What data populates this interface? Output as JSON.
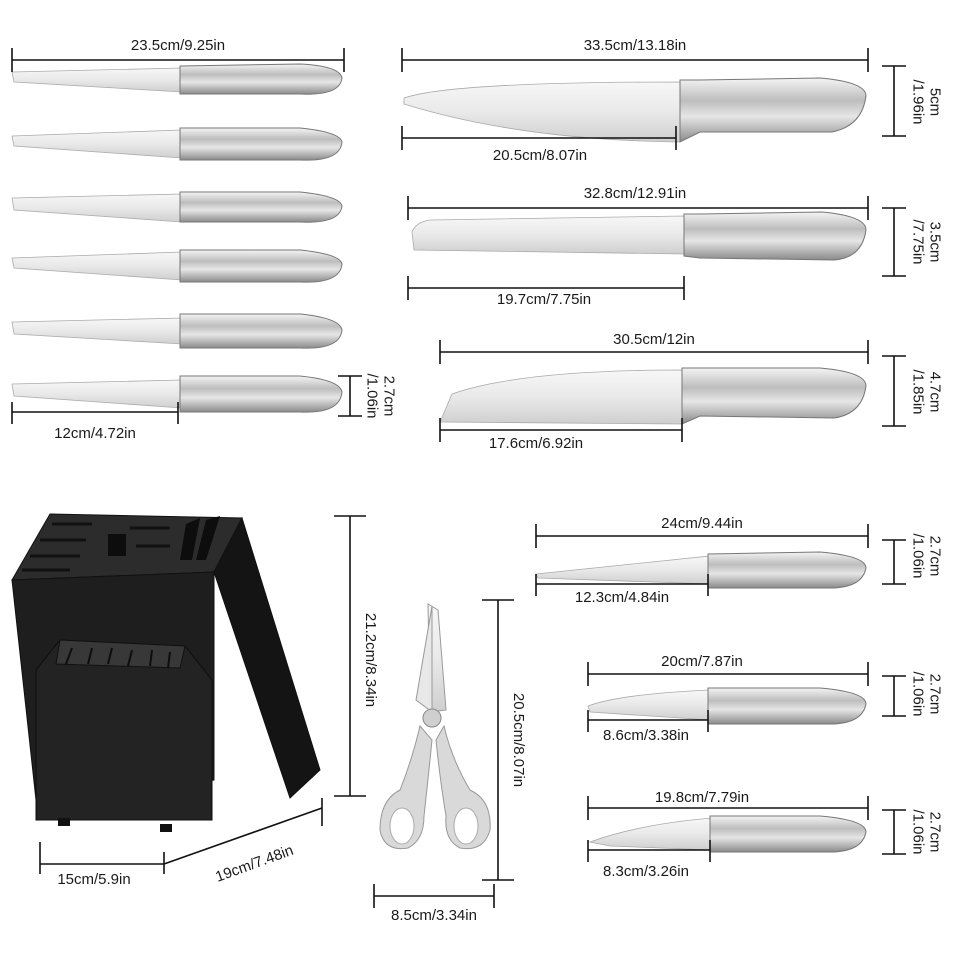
{
  "steak_knives": {
    "length": "23.5cm/9.25in",
    "blade": "12cm/4.72in",
    "width": "2.7cm\n/1.06in"
  },
  "chef_knife": {
    "length": "33.5cm/13.18in",
    "blade": "20.5cm/8.07in",
    "width": "5cm\n/1.96in"
  },
  "bread_knife": {
    "length": "32.8cm/12.91in",
    "blade": "19.7cm/7.75in",
    "width": "3.5cm\n/7.75in"
  },
  "santoku_knife": {
    "length": "30.5cm/12in",
    "blade": "17.6cm/6.92in",
    "width": "4.7cm\n/1.85in"
  },
  "utility_knife": {
    "length": "24cm/9.44in",
    "blade": "12.3cm/4.84in",
    "width": "2.7cm\n/1.06in"
  },
  "paring_knife": {
    "length": "20cm/7.87in",
    "blade": "8.6cm/3.38in",
    "width": "2.7cm\n/1.06in"
  },
  "peeling_knife": {
    "length": "19.8cm/7.79in",
    "blade": "8.3cm/3.26in",
    "width": "2.7cm\n/1.06in"
  },
  "knife_block": {
    "height": "21.2cm/8.34in",
    "depth": "15cm/5.9in",
    "length": "19cm/7.48in"
  },
  "shears": {
    "length": "20.5cm/8.07in",
    "width": "8.5cm/3.34in"
  }
}
